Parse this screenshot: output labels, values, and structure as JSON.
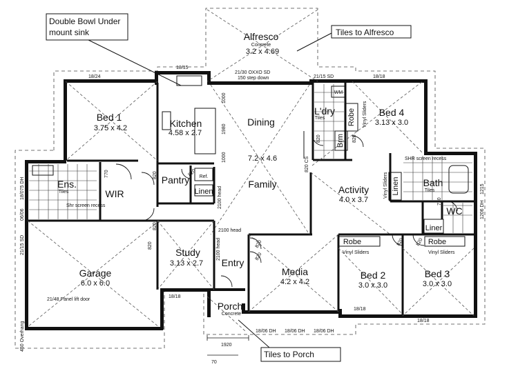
{
  "callouts": {
    "sink": [
      "Double Bowl Under",
      "mount sink"
    ],
    "alfresco_tiles": "Tiles to Alfresco",
    "porch_tiles": "Tiles to Porch"
  },
  "rooms": {
    "alfresco": {
      "name": "Alfresco",
      "sub": "Concrete",
      "size": "3.2 x 4.69"
    },
    "bed1": {
      "name": "Bed 1",
      "size": "3.75 x 4.2"
    },
    "kitchen": {
      "name": "Kitchen",
      "size": "4.58 x 2.7"
    },
    "dining": {
      "name": "Dining",
      "size": "7.2 x 4.6"
    },
    "family": {
      "name": "Family"
    },
    "ldry": {
      "name": "L'dry",
      "sub": "Tiles"
    },
    "bed4": {
      "name": "Bed 4",
      "size": "3.13 x 3.0"
    },
    "robe_bed4": {
      "name": "Robe"
    },
    "brm": {
      "name": "Brm"
    },
    "wm": {
      "name": "WM"
    },
    "ens": {
      "name": "Ens.",
      "sub": "Tiles"
    },
    "wir": {
      "name": "WIR"
    },
    "pantry": {
      "name": "Pantry"
    },
    "ref": {
      "name": "Ref."
    },
    "linen1": {
      "name": "Linen"
    },
    "activity": {
      "name": "Activity",
      "size": "4.0 x 3.7"
    },
    "linen2": {
      "name": "Linen"
    },
    "bath": {
      "name": "Bath",
      "sub": "Tiles"
    },
    "wc": {
      "name": "WC"
    },
    "liner": {
      "name": "Liner"
    },
    "garage": {
      "name": "Garage",
      "size": "6.0 x 6.0"
    },
    "study": {
      "name": "Study",
      "size": "3.13 x 2.7"
    },
    "entry": {
      "name": "Entry"
    },
    "media": {
      "name": "Media",
      "size": "4.2 x 4.2"
    },
    "robe_bed2": {
      "name": "Robe"
    },
    "bed2": {
      "name": "Bed 2",
      "size": "3.0 x 3.0"
    },
    "robe_bed3": {
      "name": "Robe"
    },
    "bed3": {
      "name": "Bed 3",
      "size": "3.0 x 3.0"
    },
    "porch": {
      "name": "Porch",
      "sub": "Concrete"
    }
  },
  "notes": {
    "top_18_24": "18/24",
    "top_18_15": "18/15",
    "door_2130": "21/30 OXXO SD",
    "step_down": "150 step down",
    "top_21_15": "21/15 SD",
    "top_18_18": "18/18",
    "vinyl_bed4": "Vinyl Sliders",
    "n1000a": "1000",
    "n1980": "1980",
    "n1000b": "1000",
    "n820_cs": "820 CS",
    "n770": "770",
    "n820_a": "820",
    "n820_b": "820",
    "n820_c": "820",
    "n820_d": "820",
    "n820_e": "820",
    "n820_f": "820",
    "n820_g": "820",
    "n820_h": "820",
    "n820_i": "820",
    "n820_j": "820",
    "n720": "720",
    "n2100_head_a": "2100 head",
    "n2100_head_b": "2100 head",
    "n2100_head_c": "2100 head",
    "left_18_075": "18/075 DH",
    "left_0606": "06/06",
    "left_21_15": "21/15 SD",
    "left_450": "450 Overhang",
    "panel_door": "21/48 Panel lift door",
    "bot_18_18a": "18/18",
    "bot_18_18b": "18/18",
    "bot_18_18c": "18/18",
    "bot_dh1": "18/06 DH",
    "bot_dh2": "18/06 DH",
    "bot_dh3": "18/06 DH",
    "dim_1920": "1920",
    "dim_70": "70",
    "vinyl_bed2": "Vinyl Sliders",
    "vinyl_bed3": "Vinyl Sliders",
    "vinyl_activity": "Vinyl Sliders",
    "right_1215": "1215",
    "right_1206": "1206 DH",
    "shr_ens": "Shr screen recess",
    "shr_bath": "SHR screen recess"
  }
}
